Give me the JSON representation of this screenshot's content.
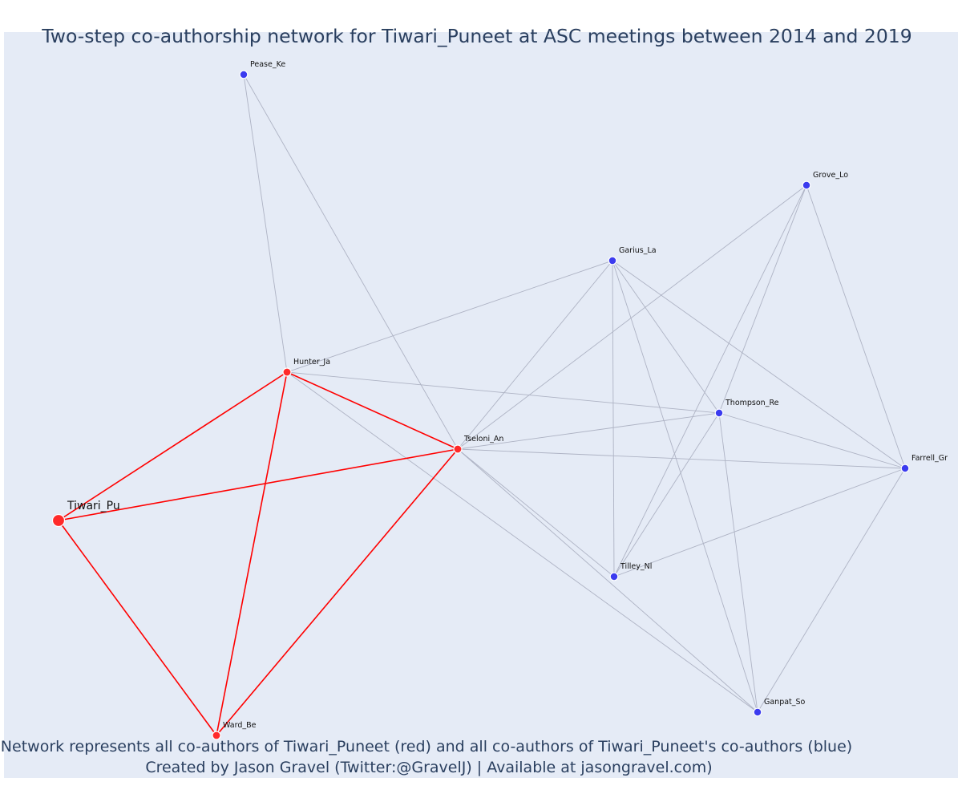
{
  "title": "Two-step co-authorship network for Tiwari_Puneet at ASC meetings between 2014 and 2019",
  "caption": {
    "line1": "Network represents all co-authors of Tiwari_Puneet (red) and all co-authors of Tiwari_Puneet's co-authors (blue)",
    "line2": "Created by Jason Gravel (Twitter:@GravelJ) | Available at jasongravel.com)"
  },
  "colors": {
    "background": "#e5ebf6",
    "first_step": "#ff2a2a",
    "second_step": "#3b3bef",
    "edge_gray": "#aeb3c4",
    "edge_red": "#ff0000",
    "text": "#2a3f5f"
  },
  "nodes": [
    {
      "id": "Tiwari_Pu",
      "label": "Tiwari_Pu",
      "group": "focus"
    },
    {
      "id": "Hunter_Ja",
      "label": "Hunter_Ja",
      "group": "coauthor"
    },
    {
      "id": "Tseloni_An",
      "label": "Tseloni_An",
      "group": "coauthor"
    },
    {
      "id": "Ward_Be",
      "label": "Ward_Be",
      "group": "coauthor"
    },
    {
      "id": "Pease_Ke",
      "label": "Pease_Ke",
      "group": "second"
    },
    {
      "id": "Grove_Lo",
      "label": "Grove_Lo",
      "group": "second"
    },
    {
      "id": "Garius_La",
      "label": "Garius_La",
      "group": "second"
    },
    {
      "id": "Thompson_Re",
      "label": "Thompson_Re",
      "group": "second"
    },
    {
      "id": "Farrell_Gr",
      "label": "Farrell_Gr",
      "group": "second"
    },
    {
      "id": "Tilley_Ni",
      "label": "Tilley_Nl",
      "group": "second"
    },
    {
      "id": "Ganpat_So",
      "label": "Ganpat_So",
      "group": "second"
    }
  ],
  "edges": [
    [
      "Tiwari_Pu",
      "Hunter_Ja"
    ],
    [
      "Tiwari_Pu",
      "Tseloni_An"
    ],
    [
      "Tiwari_Pu",
      "Ward_Be"
    ],
    [
      "Hunter_Ja",
      "Tseloni_An"
    ],
    [
      "Hunter_Ja",
      "Ward_Be"
    ],
    [
      "Tseloni_An",
      "Ward_Be"
    ],
    [
      "Pease_Ke",
      "Hunter_Ja"
    ],
    [
      "Pease_Ke",
      "Tseloni_An"
    ],
    [
      "Hunter_Ja",
      "Garius_La"
    ],
    [
      "Hunter_Ja",
      "Thompson_Re"
    ],
    [
      "Hunter_Ja",
      "Ganpat_So"
    ],
    [
      "Tseloni_An",
      "Garius_La"
    ],
    [
      "Tseloni_An",
      "Grove_Lo"
    ],
    [
      "Tseloni_An",
      "Thompson_Re"
    ],
    [
      "Tseloni_An",
      "Farrell_Gr"
    ],
    [
      "Tseloni_An",
      "Tilley_Ni"
    ],
    [
      "Tseloni_An",
      "Ganpat_So"
    ],
    [
      "Garius_La",
      "Thompson_Re"
    ],
    [
      "Garius_La",
      "Farrell_Gr"
    ],
    [
      "Garius_La",
      "Tilley_Ni"
    ],
    [
      "Garius_La",
      "Ganpat_So"
    ],
    [
      "Grove_Lo",
      "Farrell_Gr"
    ],
    [
      "Grove_Lo",
      "Tilley_Ni"
    ],
    [
      "Grove_Lo",
      "Thompson_Re"
    ],
    [
      "Thompson_Re",
      "Farrell_Gr"
    ],
    [
      "Thompson_Re",
      "Tilley_Ni"
    ],
    [
      "Thompson_Re",
      "Ganpat_So"
    ],
    [
      "Farrell_Gr",
      "Tilley_Ni"
    ],
    [
      "Farrell_Gr",
      "Ganpat_So"
    ]
  ]
}
